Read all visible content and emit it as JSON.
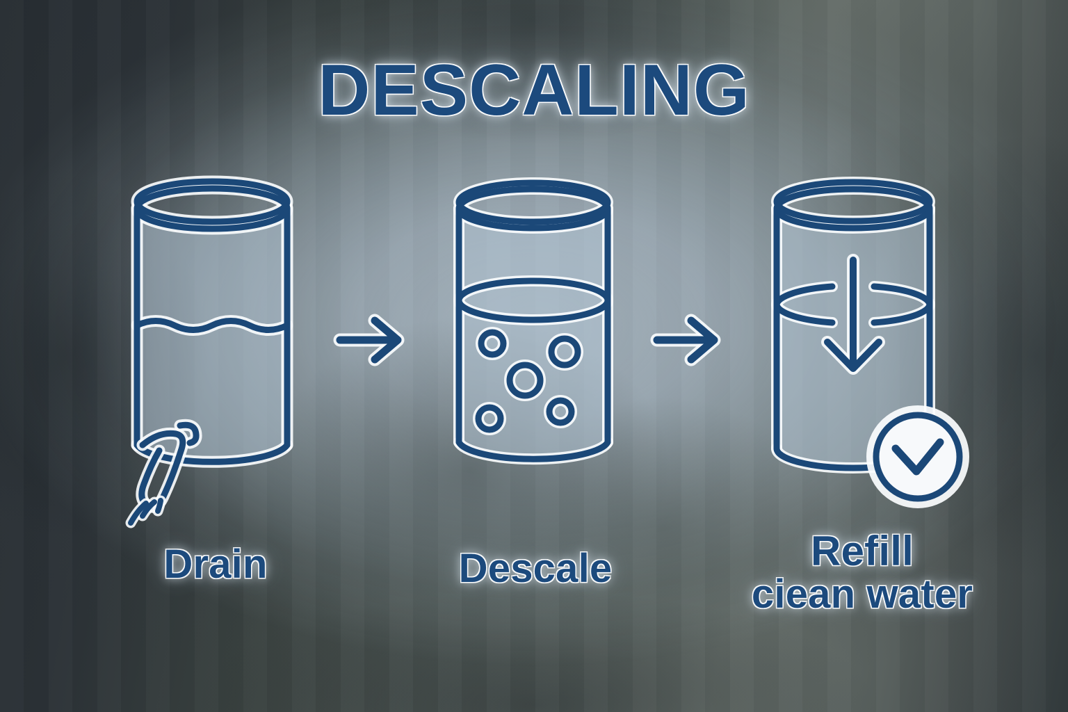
{
  "title": "DESCALING",
  "steps": [
    {
      "index": 1,
      "label": "Drain",
      "icon": "tank-draining-icon",
      "description_parts": [
        "Drain"
      ]
    },
    {
      "index": 2,
      "label": "Descale",
      "icon": "tank-bubbles-icon",
      "description_parts": [
        "Descale"
      ]
    },
    {
      "index": 3,
      "label_line1": "Refill",
      "label_line2": "ciean water",
      "icon": "tank-refill-arrow-icon",
      "badge_icon": "check-circle-icon"
    }
  ],
  "connectors": [
    {
      "name": "arrow-1",
      "icon": "arrow-right-icon"
    },
    {
      "name": "arrow-2",
      "icon": "arrow-right-icon"
    }
  ],
  "colors": {
    "ink_blue": "#1b4878",
    "text_blue": "#1c4a7d",
    "glow_white": "#fcfeff",
    "badge_fill": "#f7f9fb",
    "tank_fill": "#b0c3d2",
    "bg_center": "#a0aeb8",
    "bg_corner": "#272d32"
  },
  "icons": {
    "arrow_right": "arrow-right-icon",
    "check": "check-icon",
    "bubbles": "bubble-ring-icon",
    "water_wave": "wave-line-icon",
    "spout": "spout-icon",
    "splash": "splash-marks-icon",
    "down_arrow": "arrow-down-icon"
  }
}
